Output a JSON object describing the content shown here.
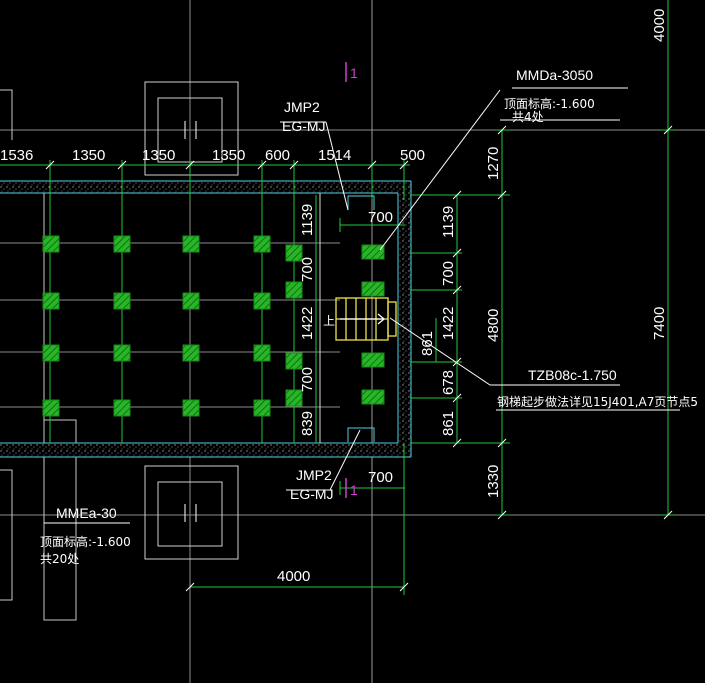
{
  "colors": {
    "background": "#000000",
    "dim_line": "#22c83c",
    "grid_line": "#b0b0b0",
    "wall_cyan": "#4fd0e0",
    "pile_fill": "#27b627",
    "stair": "#f2e24a",
    "magenta": "#d03cd0",
    "text": "#ffffff"
  },
  "labels": {
    "section_mark_top": "1",
    "section_mark_bottom": "1",
    "mmd_name": "MMDa-3050",
    "mmd_top": "顶面标高:-1.600",
    "mmd_count": "共4处",
    "jmp_top_1": "JMP2",
    "jmp_top_2": "EG-MJ",
    "jmp_bot_1": "JMP2",
    "jmp_bot_2": "EG-MJ",
    "tzb": "TZB08c-1.750",
    "stair_note": "钢梯起步做法详见15J401,A7页节点5",
    "mme_name": "MMEa-30",
    "mme_top": "顶面标高:-1.600",
    "mme_count": "共20处",
    "up_mark": "上"
  },
  "dims_top": [
    "1536",
    "1350",
    "1350",
    "1350",
    "600",
    "1514",
    "500"
  ],
  "dims_right_inner": [
    "1139",
    "700",
    "1422",
    "678",
    "861"
  ],
  "dims_right_mid": [
    "1270",
    "4800",
    "1330"
  ],
  "dims_right_outer": [
    "4000",
    "7400"
  ],
  "dims_left_col": [
    "1139",
    "700",
    "1422",
    "700",
    "839"
  ],
  "dims_misc": {
    "d700_top": "700",
    "d700_bot": "700",
    "d861": "861",
    "d4000_bottom": "4000"
  }
}
